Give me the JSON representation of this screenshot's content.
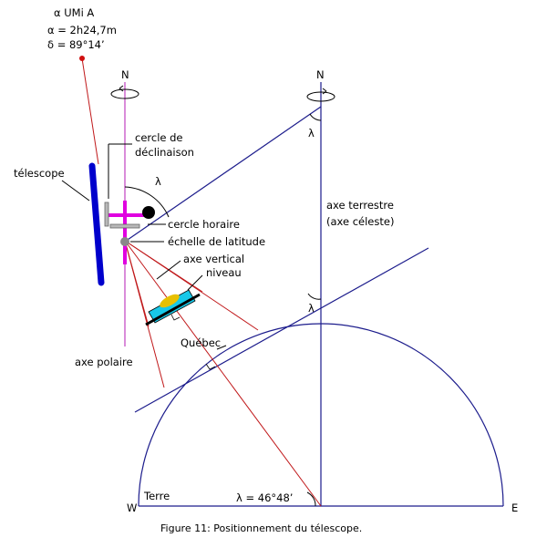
{
  "star": {
    "name": "α UMi A",
    "ra": "α = 2h24,7m",
    "dec": "δ = 89°14’"
  },
  "labels": {
    "north_left": "N",
    "north_right": "N",
    "telescope": "télescope",
    "declination_circle_1": "cercle de",
    "declination_circle_2": "déclinaison",
    "lambda_top": "λ",
    "lambda_axis_top": "λ",
    "lambda_axis_mid": "λ",
    "hour_circle": "cercle horaire",
    "latitude_scale": "échelle de latitude",
    "vertical_axis": "axe vertical",
    "level": "niveau",
    "earth_axis_1": "axe terrestre",
    "earth_axis_2": "(axe céleste)",
    "quebec": "Québec",
    "polar_axis": "axe polaire",
    "earth": "Terre",
    "latitude": "λ = 46°48’",
    "west": "W",
    "east": "E"
  },
  "caption": "Figure 11: Positionnement du télescope.",
  "colors": {
    "blue_line": "#1c1c8c",
    "red_line": "#c0181a",
    "magenta": "#e000e0",
    "telescope": "#0000cc",
    "star": "#d01010",
    "level_fill": "#18c8e8",
    "bubble": "#e8c000",
    "axis_magenta": "#c040c0"
  }
}
